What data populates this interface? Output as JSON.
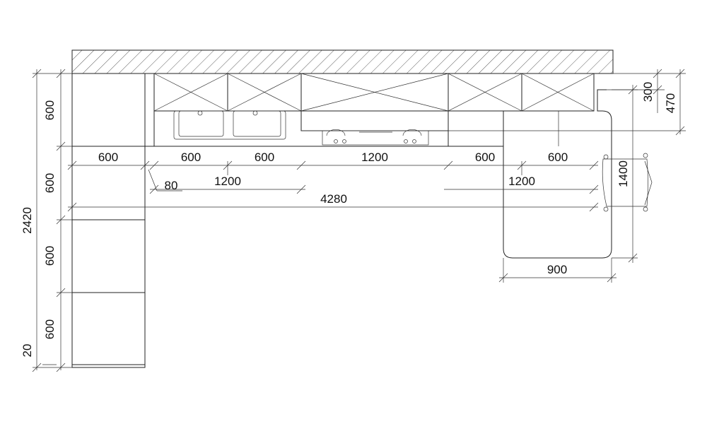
{
  "colors": {
    "stroke": "#222222",
    "background": "#ffffff"
  },
  "dims": {
    "wall_h1": "600",
    "wall_h2": "600",
    "wall_h3": "600",
    "wall_h4": "600",
    "overall_height": "2420",
    "gap_bottom": "20",
    "col_600_a": "600",
    "col_600_b": "600",
    "col_600_c": "600",
    "col_1200": "1200",
    "col_600_d": "600",
    "col_600_e": "600",
    "gap_80": "80",
    "sub_1200_left": "1200",
    "sub_1200_right": "1200",
    "overall_width": "4280",
    "right_300": "300",
    "right_470": "470",
    "island_length": "1400",
    "island_width": "900"
  }
}
